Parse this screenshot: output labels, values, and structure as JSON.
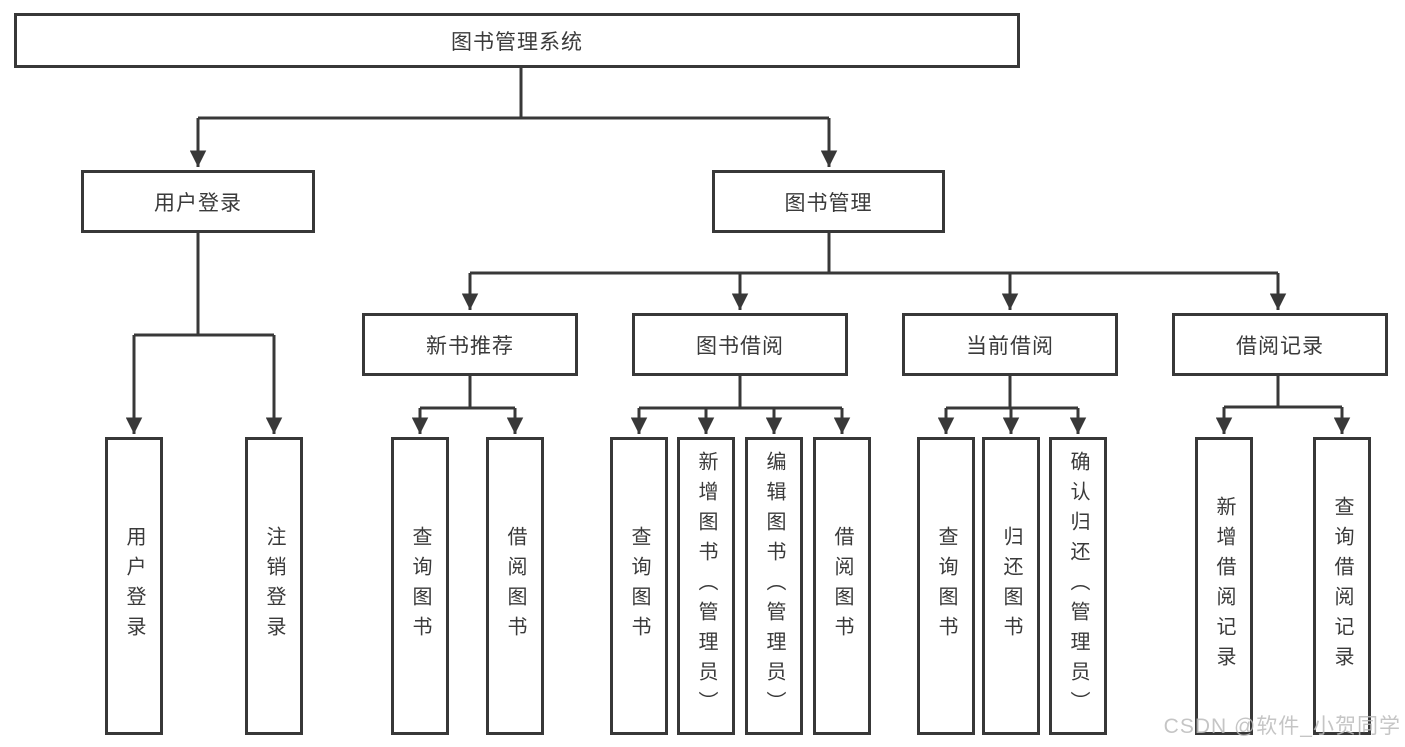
{
  "tree": {
    "root": {
      "label": "图书管理系统"
    },
    "branches": [
      {
        "label": "用户登录",
        "leaves": [
          "用户登录",
          "注销登录"
        ]
      },
      {
        "label": "图书管理",
        "groups": [
          {
            "label": "新书推荐",
            "leaves": [
              "查询图书",
              "借阅图书"
            ]
          },
          {
            "label": "图书借阅",
            "leaves": [
              "查询图书",
              "新增图书（管理员）",
              "编辑图书（管理员）",
              "借阅图书"
            ]
          },
          {
            "label": "当前借阅",
            "leaves": [
              "查询图书",
              "归还图书",
              "确认归还（管理员）"
            ]
          },
          {
            "label": "借阅记录",
            "leaves": [
              "新增借阅记录",
              "查询借阅记录"
            ]
          }
        ]
      }
    ]
  },
  "watermark": {
    "text": "CSDN @软件_小贺同学"
  },
  "colors": {
    "line": "#383838",
    "text": "#3a3a3a",
    "background": "#ffffff",
    "watermark": "#bcbcbc"
  }
}
